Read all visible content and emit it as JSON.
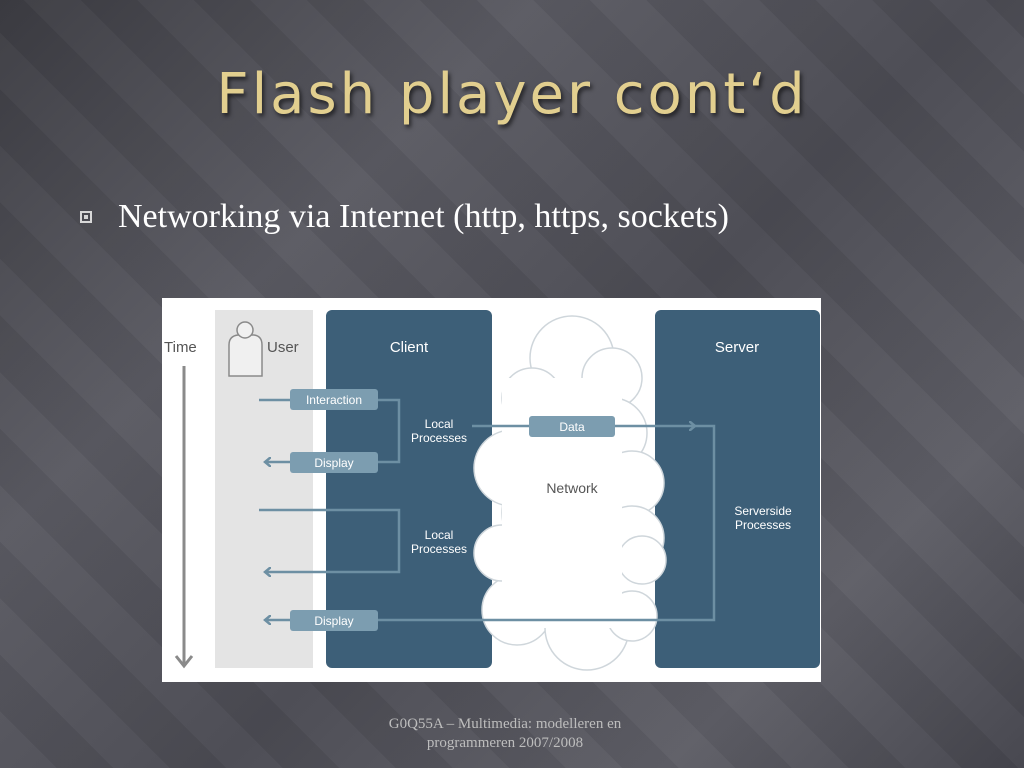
{
  "slide": {
    "title": "Flash player cont‘d",
    "bullet": "Networking via Internet (http, https, sockets)",
    "footer_line1": "G0Q55A – Multimedia: modelleren en",
    "footer_line2": "programmeren 2007/2008"
  },
  "diagram": {
    "time_label": "Time",
    "user_label": "User",
    "client_label": "Client",
    "server_label": "Server",
    "network_label": "Network",
    "interaction_tag": "Interaction",
    "display_tag_1": "Display",
    "display_tag_2": "Display",
    "data_tag": "Data",
    "local_processes_1_line1": "Local",
    "local_processes_1_line2": "Processes",
    "local_processes_2_line1": "Local",
    "local_processes_2_line2": "Processes",
    "serverside_line1": "Serverside",
    "serverside_line2": "Processes"
  },
  "colors": {
    "panel": "#3d5f78",
    "tag": "#7c9db0",
    "arrow": "#6d8fa3",
    "title": "#e2cf8f"
  }
}
